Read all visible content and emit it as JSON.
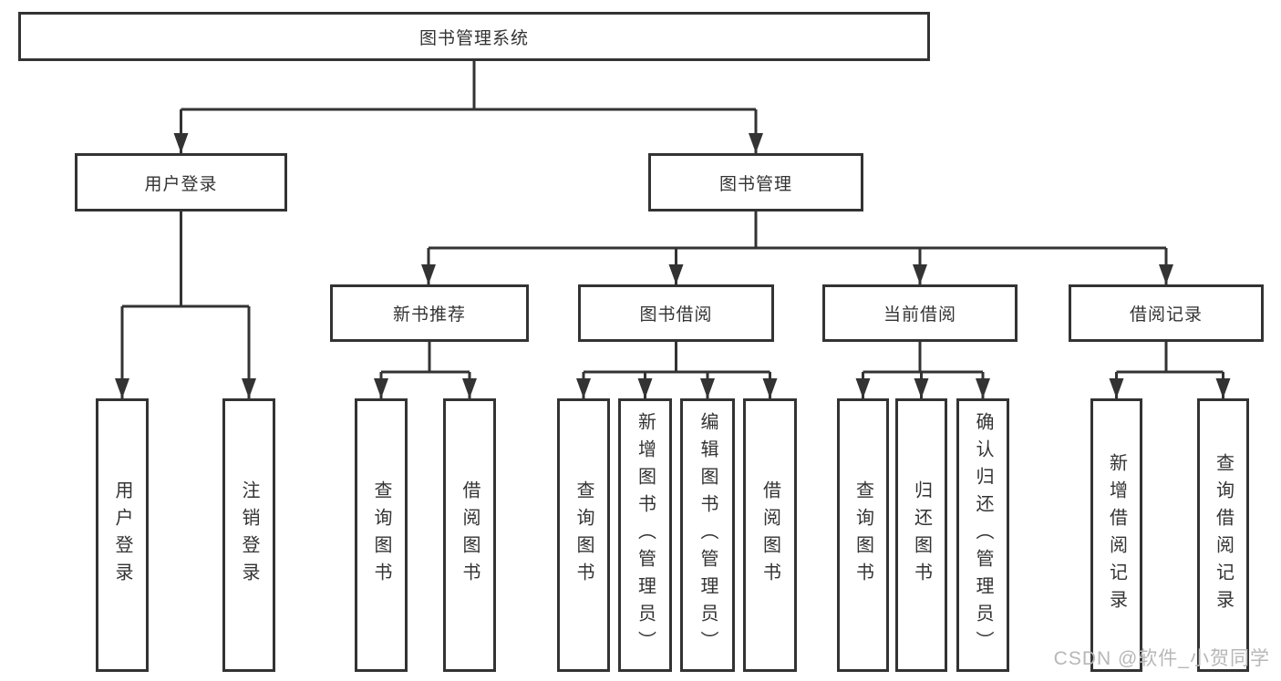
{
  "style": {
    "line_color": "#333333",
    "text_color": "#333333",
    "box_background": "#ffffff",
    "page_background": "#ffffff",
    "watermark_color": "#b7b7b7"
  },
  "watermark": {
    "text": "CSDN @软件_小贺同学"
  },
  "tree": {
    "root": {
      "label": "图书管理系统",
      "children": [
        {
          "label": "用户登录",
          "children": [
            {
              "label": "用户登录"
            },
            {
              "label": "注销登录"
            }
          ]
        },
        {
          "label": "图书管理",
          "children": [
            {
              "label": "新书推荐",
              "children": [
                {
                  "label": "查询图书"
                },
                {
                  "label": "借阅图书"
                }
              ]
            },
            {
              "label": "图书借阅",
              "children": [
                {
                  "label": "查询图书"
                },
                {
                  "label": "新增图书（管理员）"
                },
                {
                  "label": "编辑图书（管理员）"
                },
                {
                  "label": "借阅图书"
                }
              ]
            },
            {
              "label": "当前借阅",
              "children": [
                {
                  "label": "查询图书"
                },
                {
                  "label": "归还图书"
                },
                {
                  "label": "确认归还（管理员）"
                }
              ]
            },
            {
              "label": "借阅记录",
              "children": [
                {
                  "label": "新增借阅记录"
                },
                {
                  "label": "查询借阅记录"
                }
              ]
            }
          ]
        }
      ]
    }
  }
}
